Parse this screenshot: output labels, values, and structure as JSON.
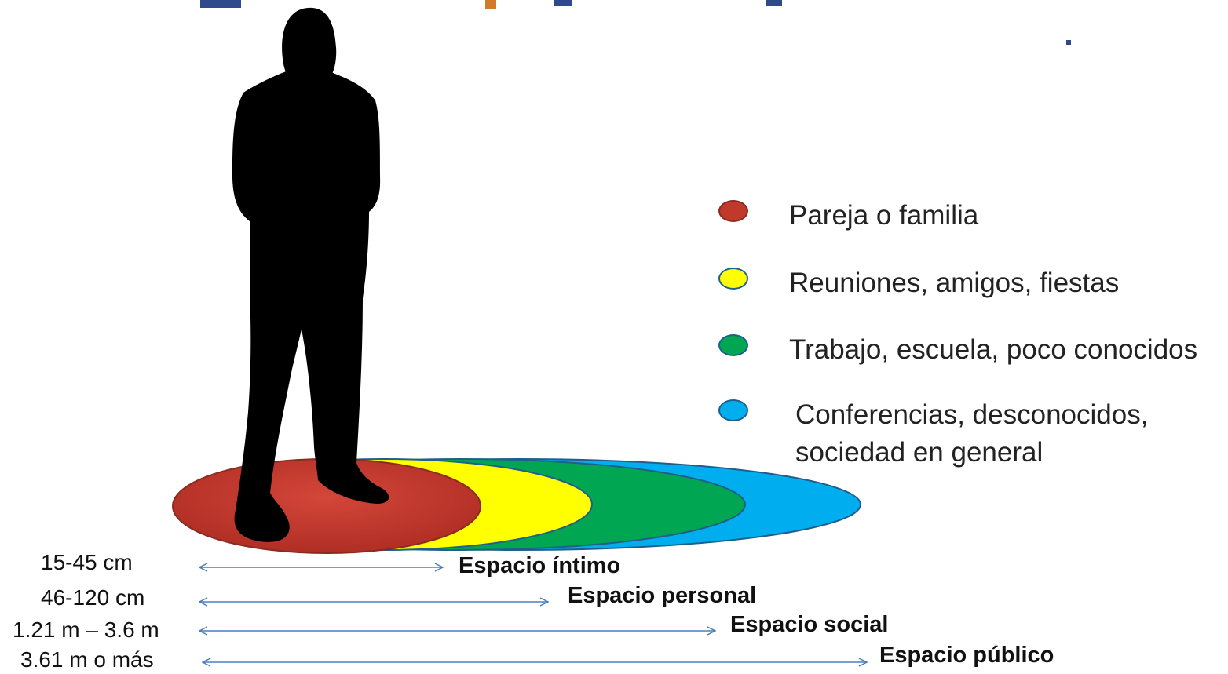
{
  "colors": {
    "intimate": "#c0392b",
    "personal": "#ffff00",
    "social": "#00a651",
    "public": "#00aeef",
    "title_blue": "#2e4a8c",
    "title_orange": "#d07a2a",
    "arrow": "#4a7ebb",
    "silhouette": "#000000"
  },
  "icons": {
    "figure": "person-silhouette-icon"
  },
  "legend": {
    "items": [
      {
        "label": "Pareja o familia",
        "color": "#c0392b"
      },
      {
        "label": "Reuniones, amigos, fiestas",
        "color": "#ffff00"
      },
      {
        "label": "Trabajo, escuela, poco conocidos",
        "color": "#00a651"
      },
      {
        "label": "Conferencias, desconocidos,\nsociedad en general",
        "color": "#00aeef"
      }
    ]
  },
  "distances": [
    {
      "range": "15-45 cm",
      "space": "Espacio íntimo"
    },
    {
      "range": "46-120 cm",
      "space": "Espacio personal"
    },
    {
      "range": "1.21 m – 3.6  m",
      "space": "Espacio social"
    },
    {
      "range": "3.61 m o más",
      "space": "Espacio público"
    }
  ]
}
